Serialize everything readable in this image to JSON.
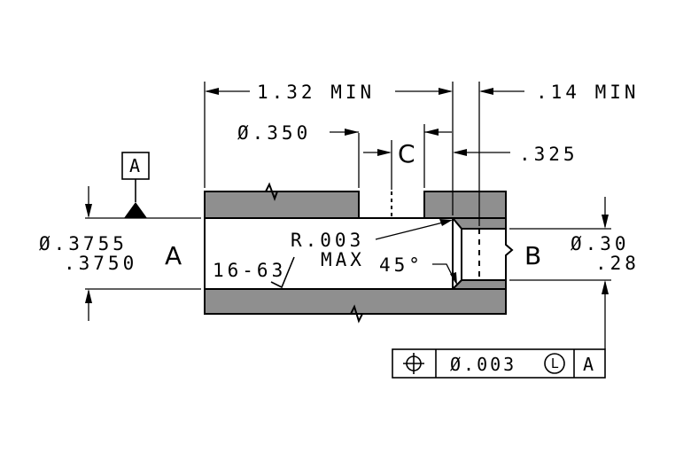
{
  "dimensions": {
    "overall_length": "1.32 MIN",
    "right_length": ".14 MIN",
    "hole_diameter": "Ø.350",
    "hole_datum": "C",
    "hole_location": ".325",
    "bore_dia_upper": "Ø.3755",
    "bore_dia_lower": ".3750",
    "bore_datum": "A",
    "radius_line1": "R.003",
    "radius_line2": "MAX",
    "surface_finish": "16-63",
    "chamfer_angle": "45°",
    "small_bore_datum": "B",
    "small_bore_upper": "Ø.30",
    "small_bore_lower": ".28"
  },
  "datum_flag": {
    "label": "A"
  },
  "feature_control_frame": {
    "symbol": "position-icon",
    "tolerance": "Ø.003",
    "modifier": "L",
    "datum": "A"
  },
  "colors": {
    "section_fill": "#8f8f8f",
    "line": "#000000",
    "background": "#ffffff"
  }
}
